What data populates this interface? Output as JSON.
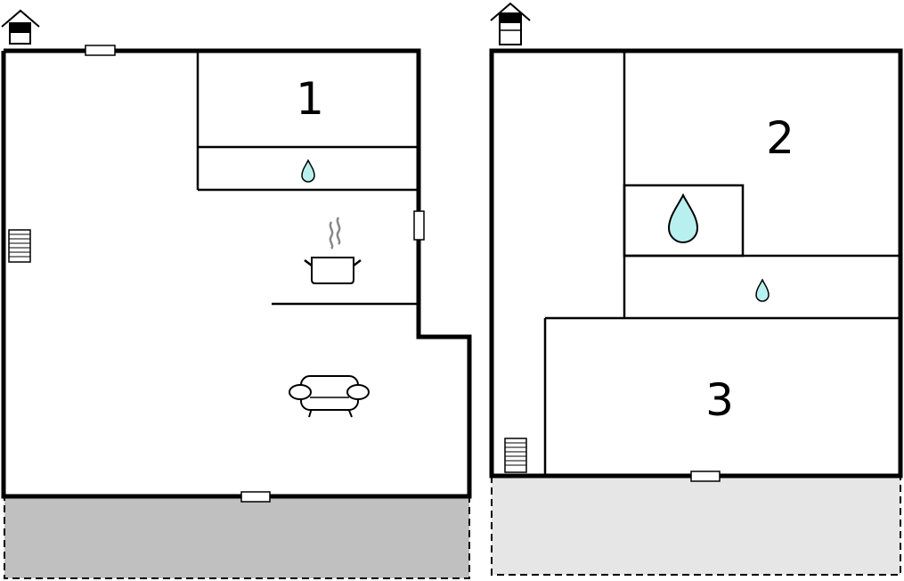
{
  "floor_plan": {
    "rooms": [
      {
        "id": "room-1",
        "label": "1"
      },
      {
        "id": "room-2",
        "label": "2"
      },
      {
        "id": "room-3",
        "label": "3"
      }
    ],
    "icons": [
      "home-icon",
      "water-drop-icon",
      "kitchen-pot-icon",
      "sofa-icon",
      "staircase-icon"
    ],
    "colors": {
      "wall": "#000000",
      "water": "#b8f0f0",
      "terrace_left": "#c0c0c0",
      "terrace_right": "#e6e6e6",
      "steam": "#888888"
    }
  }
}
